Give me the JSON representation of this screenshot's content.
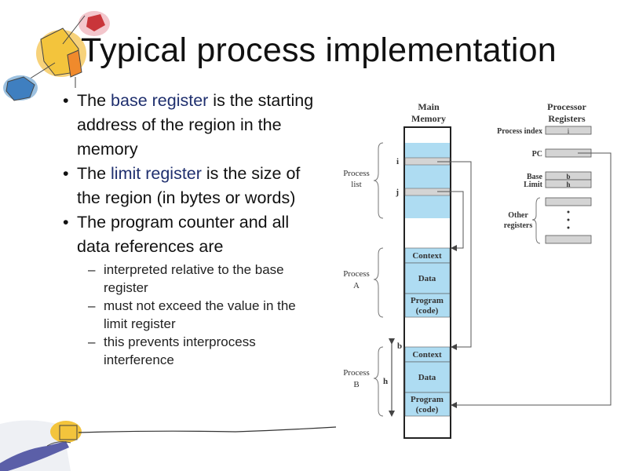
{
  "slide": {
    "title": "Typical process implementation",
    "bullets": [
      {
        "pre": "The ",
        "highlight": "base register",
        "post": " is the starting address of the region in the memory"
      },
      {
        "pre": "The ",
        "highlight": "limit register",
        "post": " is the size of the region (in bytes or words)"
      },
      {
        "pre": "The program counter and all data references are",
        "highlight": "",
        "post": ""
      }
    ],
    "sub_bullets": [
      "interpreted relative to the base register",
      "must not exceed the value in the limit register",
      "this prevents interprocess interference"
    ],
    "bullet_glyph": "•",
    "dash_glyph": "–"
  },
  "diagram": {
    "main_memory_label": [
      "Main",
      "Memory"
    ],
    "processor_registers_label": [
      "Processor",
      "Registers"
    ],
    "process_list_label": [
      "Process",
      "list"
    ],
    "process_a_label": [
      "Process",
      "A"
    ],
    "process_b_label": [
      "Process",
      "B"
    ],
    "pointer_i": "i",
    "pointer_j": "j",
    "marker_b": "b",
    "marker_h": "h",
    "context_label": "Context",
    "data_label": "Data",
    "program_label": [
      "Program",
      "(code)"
    ],
    "registers": {
      "process_index_label": "Process index",
      "process_index_value": "i",
      "pc_label": "PC",
      "base_label": "Base",
      "base_value": "b",
      "limit_label": "Limit",
      "limit_value": "h",
      "other_label": [
        "Other",
        "registers"
      ]
    },
    "colors": {
      "memory_fill": "#aedcf2",
      "register_fill": "#d4d4d4",
      "line": "#555555"
    }
  }
}
